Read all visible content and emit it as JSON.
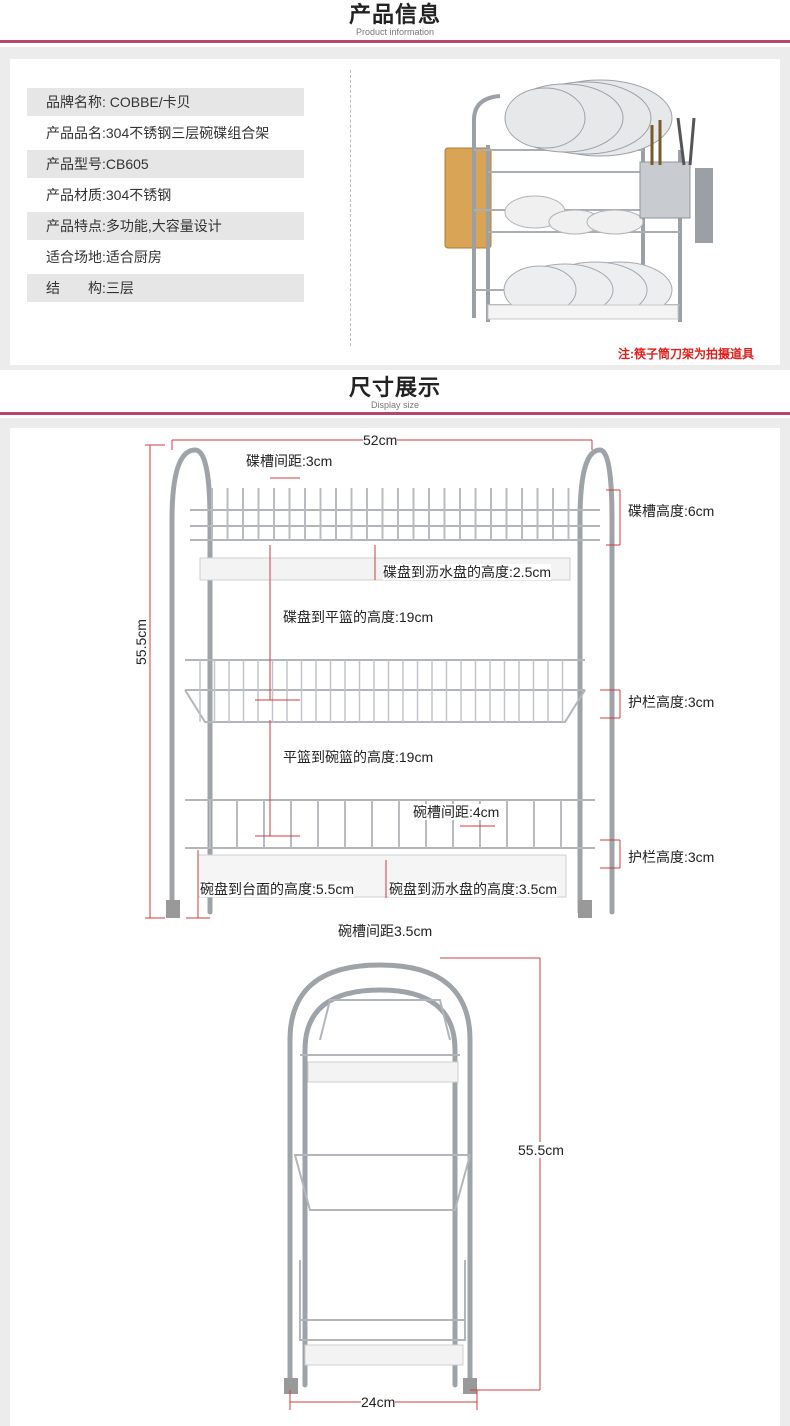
{
  "section1": {
    "title_cn": "产品信息",
    "title_en": "Product information"
  },
  "specs": [
    {
      "label": "品牌名称:",
      "value": "COBBE/卡贝"
    },
    {
      "label": "产品品名:",
      "value": "304不锈钢三层碗碟组合架"
    },
    {
      "label": "产品型号:",
      "value": "CB605"
    },
    {
      "label": "产品材质:",
      "value": "304不锈钢"
    },
    {
      "label": "产品特点:",
      "value": "多功能,大容量设计"
    },
    {
      "label": "适合场地:",
      "value": "适合厨房"
    },
    {
      "label": "结　　构:",
      "value": "三层"
    }
  ],
  "product_note": "注:筷子筒刀架为拍摄道具",
  "section2": {
    "title_cn": "尺寸展示",
    "title_en": "Display size"
  },
  "dimensions": {
    "width_top": "52cm",
    "height_left": "55.5cm",
    "dish_slot_spacing": "碟槽间距:3cm",
    "dish_slot_height": "碟槽高度:6cm",
    "dish_to_drip": "碟盘到沥水盘的高度:2.5cm",
    "dish_to_basket": "碟盘到平篮的高度:19cm",
    "guard_height_1": "护栏高度:3cm",
    "basket_to_bowl": "平篮到碗篮的高度:19cm",
    "bowl_slot_spacing": "碗槽间距:4cm",
    "guard_height_2": "护栏高度:3cm",
    "bowl_to_counter": "碗盘到台面的高度:5.5cm",
    "bowl_to_drip": "碗盘到沥水盘的高度:3.5cm",
    "bowl_slot_spacing_2": "碗槽间距3.5cm",
    "height_right": "55.5cm",
    "depth_bottom": "24cm"
  }
}
